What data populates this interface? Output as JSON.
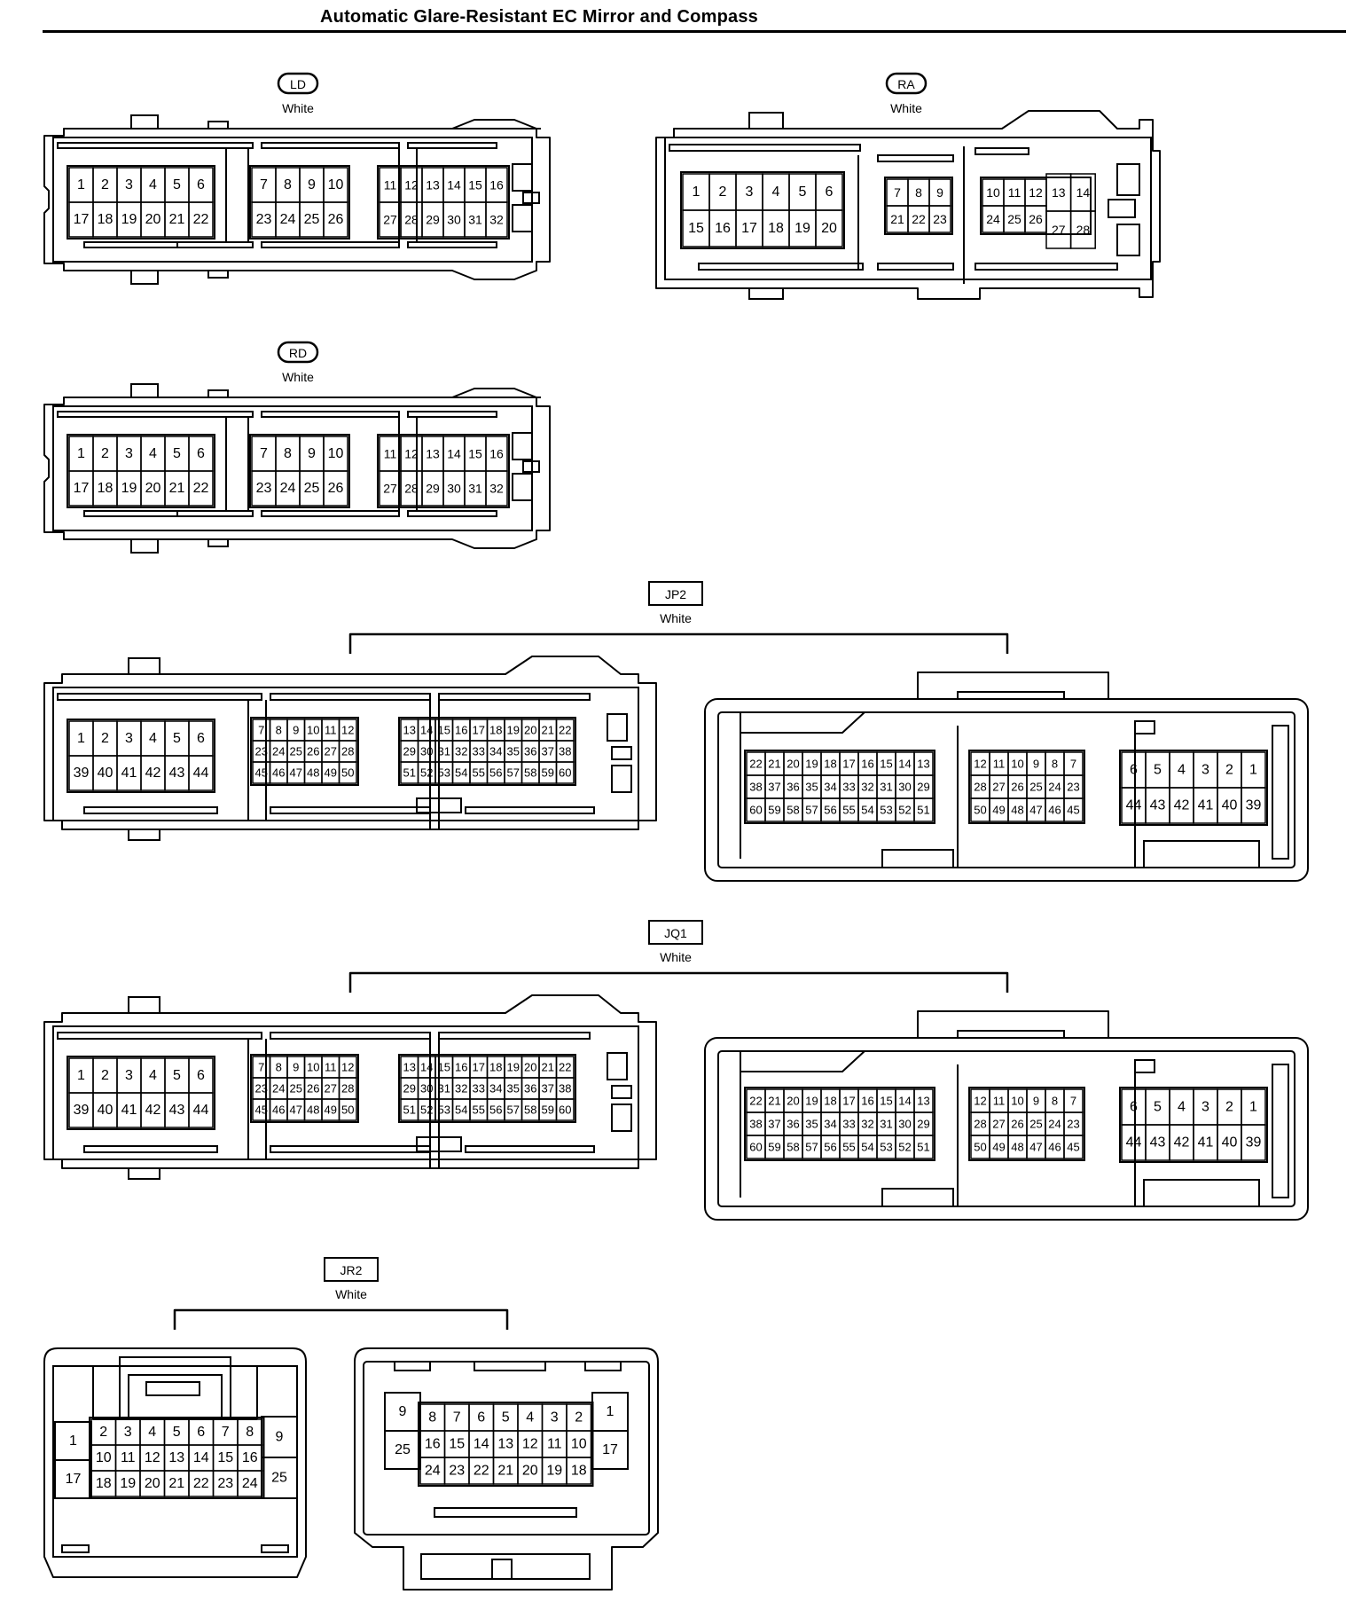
{
  "title": "Automatic Glare-Resistant EC Mirror and Compass",
  "connectors": [
    {
      "id": "LD",
      "color": "White",
      "badge": "pill",
      "halves": [
        {
          "groups": [
            {
              "rows": [
                [
                  "1",
                  "2",
                  "3",
                  "4",
                  "5",
                  "6"
                ],
                [
                  "17",
                  "18",
                  "19",
                  "20",
                  "21",
                  "22"
                ]
              ]
            },
            {
              "rows": [
                [
                  "7",
                  "8",
                  "9",
                  "10"
                ],
                [
                  "23",
                  "24",
                  "25",
                  "26"
                ]
              ]
            },
            {
              "rows": [
                [
                  "11",
                  "12",
                  "13",
                  "14",
                  "15",
                  "16"
                ],
                [
                  "27",
                  "28",
                  "29",
                  "30",
                  "31",
                  "32"
                ]
              ]
            }
          ]
        }
      ]
    },
    {
      "id": "RA",
      "color": "White",
      "badge": "pill",
      "halves": [
        {
          "groups": [
            {
              "rows": [
                [
                  "1",
                  "2",
                  "3",
                  "4",
                  "5",
                  "6"
                ],
                [
                  "15",
                  "16",
                  "17",
                  "18",
                  "19",
                  "20"
                ]
              ]
            },
            {
              "rows": [
                [
                  "7",
                  "8",
                  "9"
                ],
                [
                  "21",
                  "22",
                  "23"
                ]
              ]
            },
            {
              "rows": [
                [
                  "10",
                  "11",
                  "12",
                  "13",
                  "14"
                ],
                [
                  "24",
                  "25",
                  "26",
                  "27",
                  "28"
                ]
              ]
            }
          ]
        }
      ]
    },
    {
      "id": "RD",
      "color": "White",
      "badge": "pill",
      "halves": [
        {
          "groups": [
            {
              "rows": [
                [
                  "1",
                  "2",
                  "3",
                  "4",
                  "5",
                  "6"
                ],
                [
                  "17",
                  "18",
                  "19",
                  "20",
                  "21",
                  "22"
                ]
              ]
            },
            {
              "rows": [
                [
                  "7",
                  "8",
                  "9",
                  "10"
                ],
                [
                  "23",
                  "24",
                  "25",
                  "26"
                ]
              ]
            },
            {
              "rows": [
                [
                  "11",
                  "12",
                  "13",
                  "14",
                  "15",
                  "16"
                ],
                [
                  "27",
                  "28",
                  "29",
                  "30",
                  "31",
                  "32"
                ]
              ]
            }
          ]
        }
      ]
    },
    {
      "id": "JP2",
      "color": "White",
      "badge": "box",
      "halves": [
        {
          "groups": [
            {
              "rows": [
                [
                  "1",
                  "2",
                  "3",
                  "4",
                  "5",
                  "6"
                ],
                [
                  "39",
                  "40",
                  "41",
                  "42",
                  "43",
                  "44"
                ]
              ]
            },
            {
              "rows": [
                [
                  "7",
                  "8",
                  "9",
                  "10",
                  "11",
                  "12"
                ],
                [
                  "23",
                  "24",
                  "25",
                  "26",
                  "27",
                  "28"
                ],
                [
                  "45",
                  "46",
                  "47",
                  "48",
                  "49",
                  "50"
                ]
              ]
            },
            {
              "rows": [
                [
                  "13",
                  "14",
                  "15",
                  "16",
                  "17",
                  "18",
                  "19",
                  "20",
                  "21",
                  "22"
                ],
                [
                  "29",
                  "30",
                  "31",
                  "32",
                  "33",
                  "34",
                  "35",
                  "36",
                  "37",
                  "38"
                ],
                [
                  "51",
                  "52",
                  "53",
                  "54",
                  "55",
                  "56",
                  "57",
                  "58",
                  "59",
                  "60"
                ]
              ]
            }
          ]
        },
        {
          "groups": [
            {
              "rows": [
                [
                  "22",
                  "21",
                  "20",
                  "19",
                  "18",
                  "17",
                  "16",
                  "15",
                  "14",
                  "13"
                ],
                [
                  "38",
                  "37",
                  "36",
                  "35",
                  "34",
                  "33",
                  "32",
                  "31",
                  "30",
                  "29"
                ],
                [
                  "60",
                  "59",
                  "58",
                  "57",
                  "56",
                  "55",
                  "54",
                  "53",
                  "52",
                  "51"
                ]
              ]
            },
            {
              "rows": [
                [
                  "12",
                  "11",
                  "10",
                  "9",
                  "8",
                  "7"
                ],
                [
                  "28",
                  "27",
                  "26",
                  "25",
                  "24",
                  "23"
                ],
                [
                  "50",
                  "49",
                  "48",
                  "47",
                  "46",
                  "45"
                ]
              ]
            },
            {
              "rows": [
                [
                  "6",
                  "5",
                  "4",
                  "3",
                  "2",
                  "1"
                ],
                [
                  "44",
                  "43",
                  "42",
                  "41",
                  "40",
                  "39"
                ]
              ]
            }
          ]
        }
      ]
    },
    {
      "id": "JQ1",
      "color": "White",
      "badge": "box",
      "halves": [
        {
          "groups": [
            {
              "rows": [
                [
                  "1",
                  "2",
                  "3",
                  "4",
                  "5",
                  "6"
                ],
                [
                  "39",
                  "40",
                  "41",
                  "42",
                  "43",
                  "44"
                ]
              ]
            },
            {
              "rows": [
                [
                  "7",
                  "8",
                  "9",
                  "10",
                  "11",
                  "12"
                ],
                [
                  "23",
                  "24",
                  "25",
                  "26",
                  "27",
                  "28"
                ],
                [
                  "45",
                  "46",
                  "47",
                  "48",
                  "49",
                  "50"
                ]
              ]
            },
            {
              "rows": [
                [
                  "13",
                  "14",
                  "15",
                  "16",
                  "17",
                  "18",
                  "19",
                  "20",
                  "21",
                  "22"
                ],
                [
                  "29",
                  "30",
                  "31",
                  "32",
                  "33",
                  "34",
                  "35",
                  "36",
                  "37",
                  "38"
                ],
                [
                  "51",
                  "52",
                  "53",
                  "54",
                  "55",
                  "56",
                  "57",
                  "58",
                  "59",
                  "60"
                ]
              ]
            }
          ]
        },
        {
          "groups": [
            {
              "rows": [
                [
                  "22",
                  "21",
                  "20",
                  "19",
                  "18",
                  "17",
                  "16",
                  "15",
                  "14",
                  "13"
                ],
                [
                  "38",
                  "37",
                  "36",
                  "35",
                  "34",
                  "33",
                  "32",
                  "31",
                  "30",
                  "29"
                ],
                [
                  "60",
                  "59",
                  "58",
                  "57",
                  "56",
                  "55",
                  "54",
                  "53",
                  "52",
                  "51"
                ]
              ]
            },
            {
              "rows": [
                [
                  "12",
                  "11",
                  "10",
                  "9",
                  "8",
                  "7"
                ],
                [
                  "28",
                  "27",
                  "26",
                  "25",
                  "24",
                  "23"
                ],
                [
                  "50",
                  "49",
                  "48",
                  "47",
                  "46",
                  "45"
                ]
              ]
            },
            {
              "rows": [
                [
                  "6",
                  "5",
                  "4",
                  "3",
                  "2",
                  "1"
                ],
                [
                  "44",
                  "43",
                  "42",
                  "41",
                  "40",
                  "39"
                ]
              ]
            }
          ]
        }
      ]
    },
    {
      "id": "JR2",
      "color": "White",
      "badge": "box",
      "halves": [
        {
          "groups": [
            {
              "rows": [
                [
                  "1"
                ],
                [
                  "17"
                ]
              ]
            },
            {
              "rows": [
                [
                  "2",
                  "3",
                  "4",
                  "5",
                  "6",
                  "7",
                  "8"
                ],
                [
                  "10",
                  "11",
                  "12",
                  "13",
                  "14",
                  "15",
                  "16"
                ],
                [
                  "18",
                  "19",
                  "20",
                  "21",
                  "22",
                  "23",
                  "24"
                ]
              ]
            },
            {
              "rows": [
                [
                  "9"
                ],
                [
                  "25"
                ]
              ]
            }
          ]
        },
        {
          "groups": [
            {
              "rows": [
                [
                  "9"
                ],
                [
                  "25"
                ]
              ]
            },
            {
              "rows": [
                [
                  "8",
                  "7",
                  "6",
                  "5",
                  "4",
                  "3",
                  "2"
                ],
                [
                  "16",
                  "15",
                  "14",
                  "13",
                  "12",
                  "11",
                  "10"
                ],
                [
                  "24",
                  "23",
                  "22",
                  "21",
                  "20",
                  "19",
                  "18"
                ]
              ]
            },
            {
              "rows": [
                [
                  "1"
                ],
                [
                  "17"
                ]
              ]
            }
          ]
        }
      ]
    }
  ]
}
